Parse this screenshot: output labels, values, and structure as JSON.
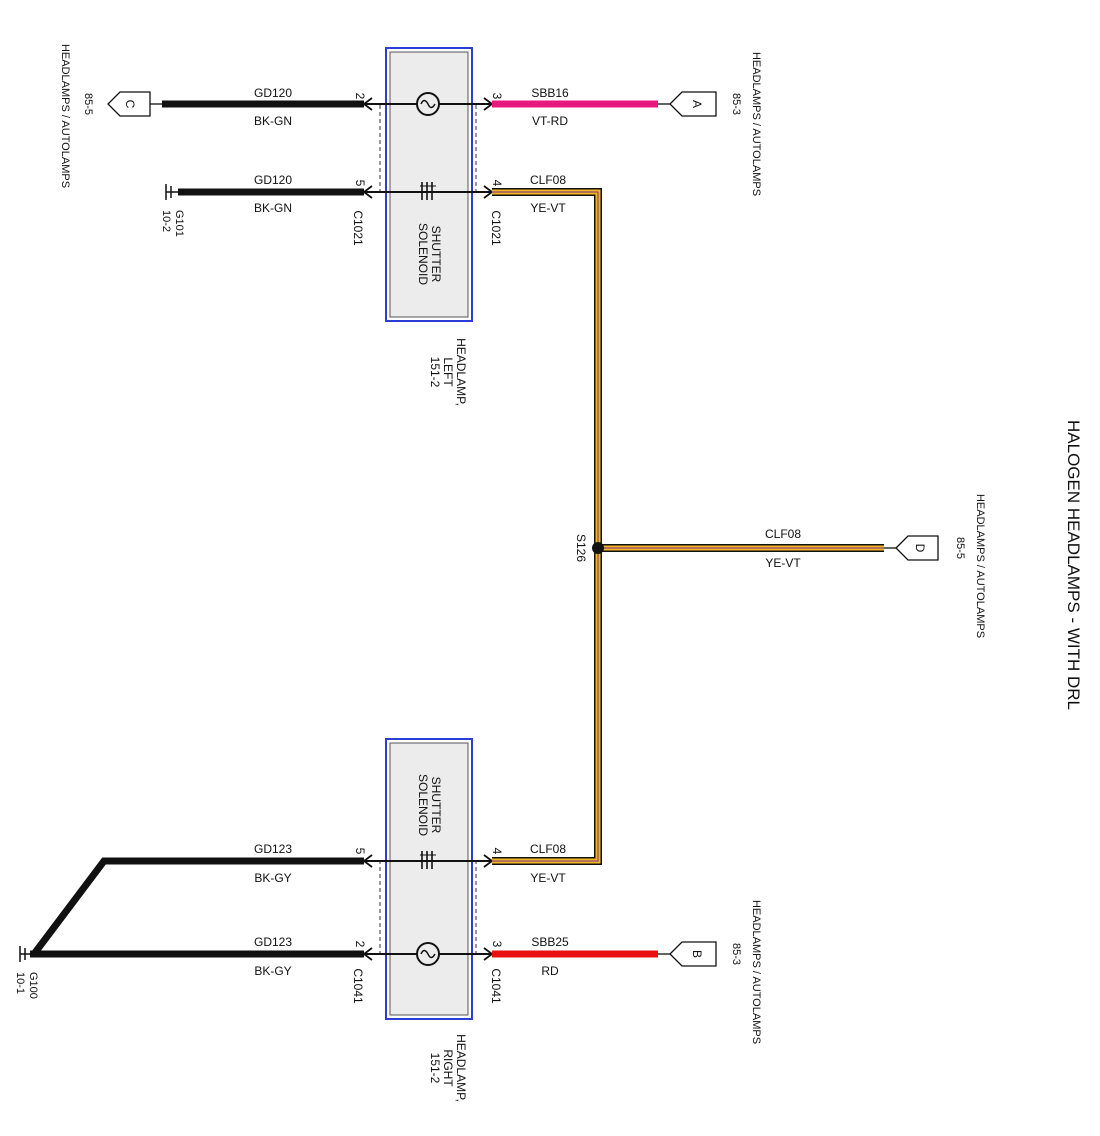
{
  "title": "HALOGEN HEADLAMPS - WITH DRL",
  "colors": {
    "black_wire": "#111111",
    "violet_red_wire": "#e8197e",
    "red_wire": "#e81010",
    "yellow_wire": "#f2b623",
    "component_fill": "#ececec",
    "component_border": "#2b3ed8"
  },
  "off_page": {
    "C": {
      "letter": "C",
      "target": "HEADLAMPS / AUTOLAMPS",
      "ref": "85-5"
    },
    "A": {
      "letter": "A",
      "target": "HEADLAMPS / AUTOLAMPS",
      "ref": "85-3"
    },
    "D": {
      "letter": "D",
      "target": "HEADLAMPS / AUTOLAMPS",
      "ref": "85-5"
    },
    "B": {
      "letter": "B",
      "target": "HEADLAMPS / AUTOLAMPS",
      "ref": "85-3"
    }
  },
  "grounds": {
    "g101": {
      "id": "G101",
      "ref": "10-2"
    },
    "g100": {
      "id": "G100",
      "ref": "10-1"
    }
  },
  "components": {
    "left": {
      "name": "HEADLAMP, LEFT",
      "name_line1": "HEADLAMP,",
      "name_line2": "LEFT",
      "ref": "151-2",
      "inner_label": "SHUTTER SOLENOID",
      "inner_line1": "SHUTTER",
      "inner_line2": "SOLENOID",
      "connector": "C1021"
    },
    "right": {
      "name": "HEADLAMP, RIGHT",
      "name_line1": "HEADLAMP,",
      "name_line2": "RIGHT",
      "ref": "151-2",
      "inner_label": "SHUTTER SOLENOID",
      "inner_line1": "SHUTTER",
      "inner_line2": "SOLENOID",
      "connector": "C1041"
    }
  },
  "wires": {
    "l_pin2": {
      "pin": "2",
      "circuit": "GD120",
      "color": "BK-GN"
    },
    "l_pin3": {
      "pin": "3",
      "circuit": "SBB16",
      "color": "VT-RD"
    },
    "l_pin5": {
      "pin": "5",
      "circuit": "GD120",
      "color": "BK-GN"
    },
    "l_pin4": {
      "pin": "4",
      "circuit": "CLF08",
      "color": "YE-VT"
    },
    "r_pin5": {
      "pin": "5",
      "circuit": "GD123",
      "color": "BK-GY"
    },
    "r_pin4": {
      "pin": "4",
      "circuit": "CLF08",
      "color": "YE-VT"
    },
    "r_pin2": {
      "pin": "2",
      "circuit": "GD123",
      "color": "BK-GY"
    },
    "r_pin3": {
      "pin": "3",
      "circuit": "SBB25",
      "color": "RD"
    },
    "splice_out": {
      "circuit": "CLF08",
      "color": "YE-VT"
    }
  },
  "splice": {
    "id": "S126"
  }
}
